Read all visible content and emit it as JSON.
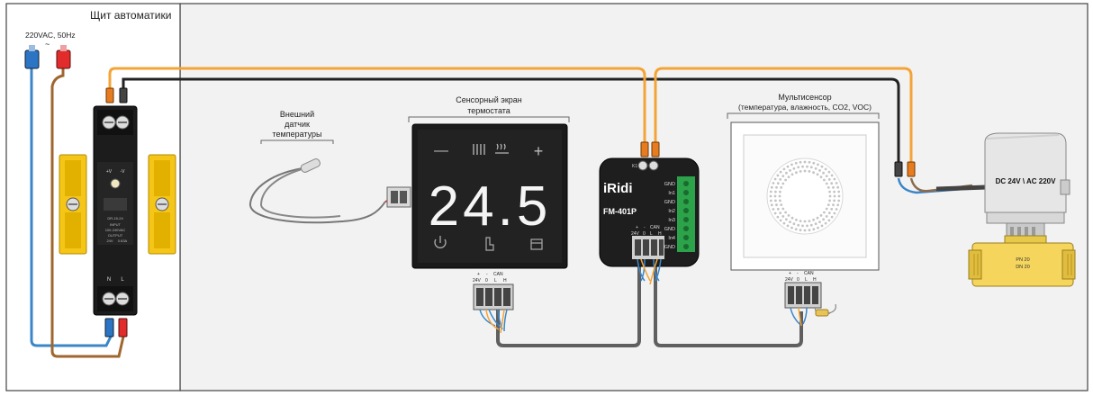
{
  "panel": {
    "title": "Щит автоматики",
    "power_label": "220VAC, 50Hz",
    "power_tilde": "~",
    "psu": {
      "terminals_top": [
        "+V",
        "-V"
      ],
      "terminals_bottom": [
        "N",
        "L"
      ],
      "specs": [
        "DR-15-24",
        "INPUT",
        "100-240VAC",
        "OUTPUT",
        "24V",
        "0.63A"
      ]
    }
  },
  "sensor": {
    "label_lines": [
      "Внешний",
      "датчик",
      "температуры"
    ]
  },
  "thermostat": {
    "label_lines": [
      "Сенсорный экран",
      "термостата"
    ],
    "display_value": "24.5",
    "minus": "—",
    "plus": "+",
    "terminal_labels": {
      "plus": "+",
      "minus": "-",
      "can": "CAN",
      "v24": "24V",
      "zero": "0",
      "l": "L",
      "h": "H"
    }
  },
  "module": {
    "brand": "iRidi",
    "model": "FM-401P",
    "relay_label": "K1",
    "inputs": [
      "GND",
      "In1",
      "GND",
      "In2",
      "In3",
      "GND",
      "In4",
      "GND"
    ],
    "terminal_labels": {
      "plus": "+",
      "minus": "-",
      "can": "CAN",
      "v24": "24V",
      "zero": "0",
      "l": "L",
      "h": "H"
    }
  },
  "multisensor": {
    "label_lines": [
      "Мультисенсор",
      "(температура, влажность, CO2, VOC)"
    ],
    "terminal_labels": {
      "plus": "+",
      "minus": "-",
      "can": "CAN",
      "v24": "24V",
      "zero": "0",
      "l": "L",
      "h": "H"
    }
  },
  "actuator": {
    "label": "DC 24V \\ AC 220V",
    "valve_text": [
      "PN 20",
      "DN 20"
    ]
  },
  "colors": {
    "orange_wire": "#f4a437",
    "black_wire": "#222222",
    "blue_wire": "#3a86c8",
    "brown_wire": "#a0662d",
    "gray_cable": "#5f5f5f",
    "yellow_bracket": "#f5c518",
    "panel_border": "#444444",
    "region_bg": "#f2f2f2"
  }
}
